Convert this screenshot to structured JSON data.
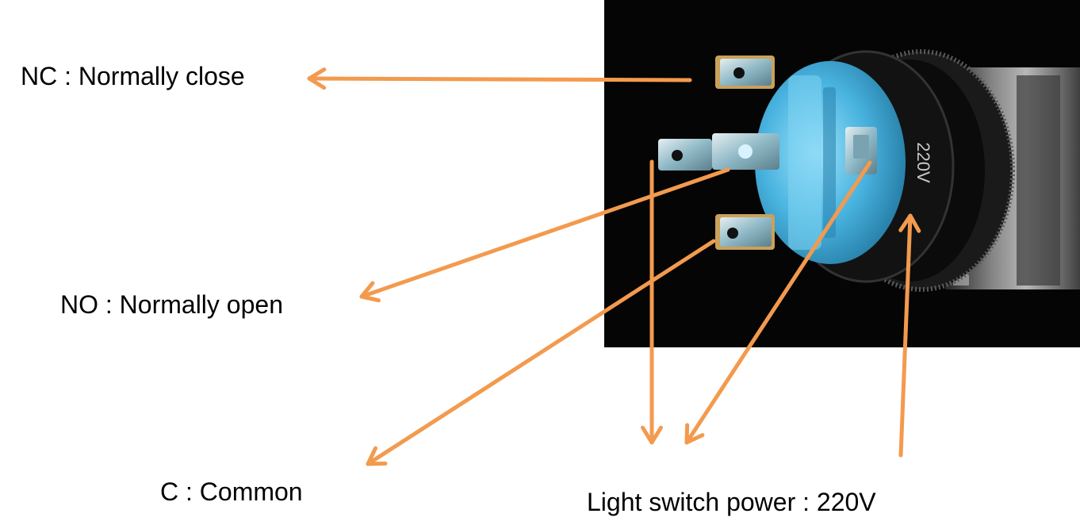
{
  "labels": {
    "nc": "NC : Normally close",
    "no": "NO : Normally open",
    "c": "C : Common",
    "power": "Light switch power : 220V"
  },
  "photo": {
    "housing_marking": "220V"
  },
  "colors": {
    "arrow": "#f39a4e",
    "photo_background": "#050505",
    "switch_body": "#3fa9d8",
    "switch_highlight": "#8fd9f5",
    "terminal_metal": "#b8c4c8",
    "terminal_gold": "#c9a15a",
    "housing_silver": "#8d8d8d"
  }
}
